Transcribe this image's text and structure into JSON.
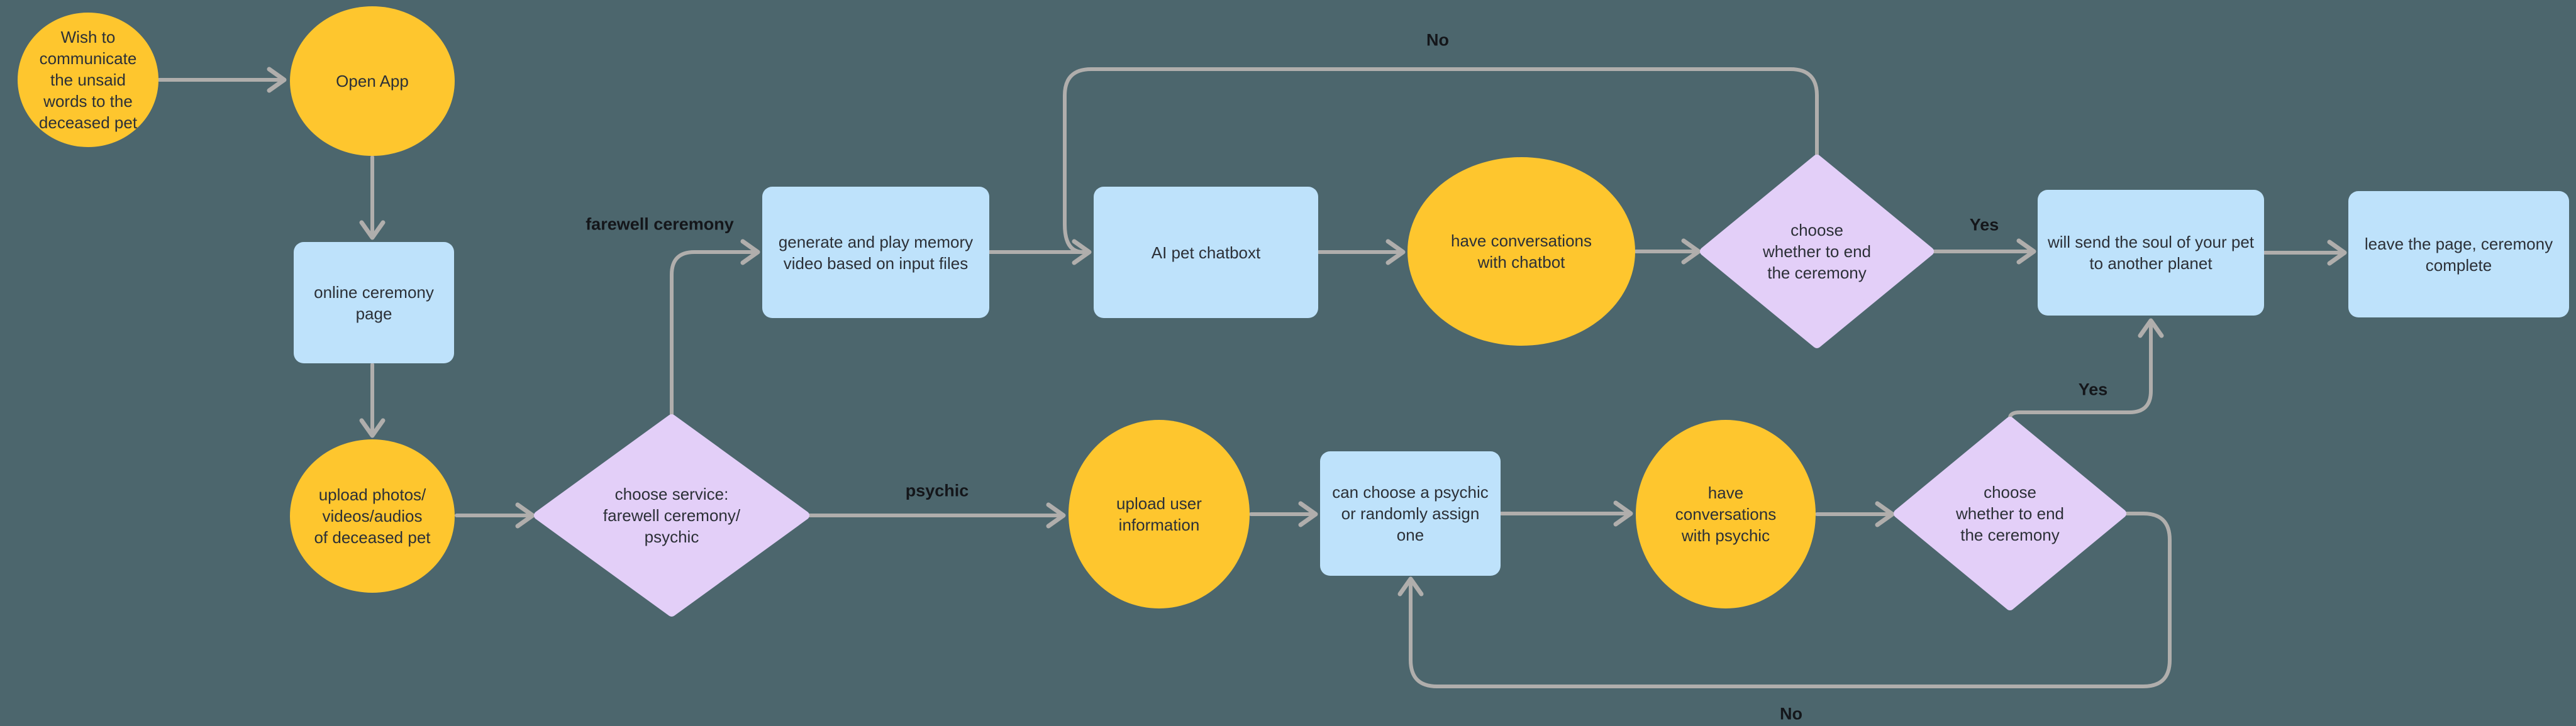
{
  "diagram_title": "pet farewell ceremony app flowchart",
  "palette": {
    "background": "#4C666D",
    "node_yellow": "#FEC62E",
    "node_blue": "#BEE2FB",
    "node_purple": "#E3CFF8",
    "connector_gray": "#B0AEAC",
    "node_text": "#2C3037",
    "edge_label_text": "#14161A"
  },
  "nodes": {
    "start": {
      "shape": "ellipse",
      "label": "Wish to\ncommunicate\nthe unsaid\nwords to the\ndeceased pet"
    },
    "open_app": {
      "shape": "ellipse",
      "label": "Open App"
    },
    "online_page": {
      "shape": "rect",
      "label": "online ceremony\npage"
    },
    "upload_media": {
      "shape": "ellipse",
      "label": "upload photos/\nvideos/audios\nof deceased pet"
    },
    "choose_service": {
      "shape": "diamond",
      "label": "choose service:\nfarewell ceremony/\npsychic"
    },
    "generate_video": {
      "shape": "rect",
      "label": "generate and play memory\nvideo based on input files"
    },
    "ai_chatbox": {
      "shape": "rect",
      "label": "AI pet chatboxt"
    },
    "conv_chatbot": {
      "shape": "ellipse",
      "label": "have conversations\nwith chatbot"
    },
    "end_top": {
      "shape": "diamond",
      "label": "choose\nwhether to end\nthe ceremony"
    },
    "send_soul": {
      "shape": "rect",
      "label": "will send the soul of your pet\nto another planet"
    },
    "leave_page": {
      "shape": "rect",
      "label": "leave the page, ceremony\ncomplete"
    },
    "upload_user": {
      "shape": "ellipse",
      "label": "upload user\ninformation"
    },
    "choose_psychic": {
      "shape": "rect",
      "label": "can choose a psychic\nor randomly assign\none"
    },
    "conv_psychic": {
      "shape": "ellipse",
      "label": "have\nconversations\nwith psychic"
    },
    "end_bottom": {
      "shape": "diamond",
      "label": "choose\nwhether to end\nthe ceremony"
    }
  },
  "edge_labels": {
    "farewell": {
      "label": "farewell ceremony"
    },
    "psychic": {
      "label": "psychic"
    },
    "no_top": {
      "label": "No"
    },
    "yes_top": {
      "label": "Yes"
    },
    "yes_bottom": {
      "label": "Yes"
    },
    "no_bottom": {
      "label": "No"
    }
  }
}
